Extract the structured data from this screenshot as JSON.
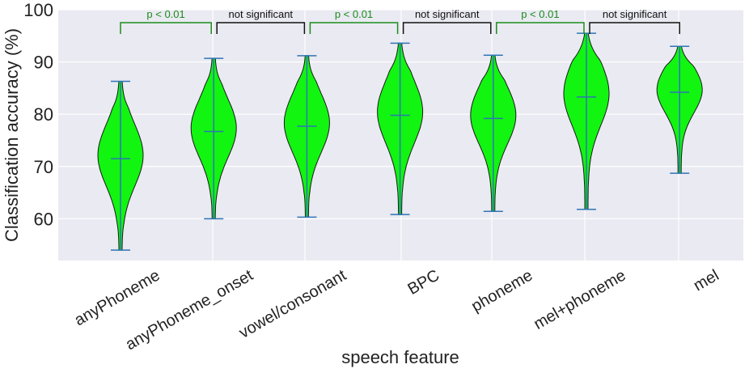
{
  "chart_data": {
    "type": "violin",
    "xlabel": "speech feature",
    "ylabel": "Classification accuracy (%)",
    "ylim": [
      52,
      100
    ],
    "yticks": [
      60,
      70,
      80,
      90,
      100
    ],
    "grid": true,
    "categories": [
      "anyPhoneme",
      "anyPhoneme_onset",
      "vowel/consonant",
      "BPC",
      "phoneme",
      "mel+phoneme",
      "mel"
    ],
    "min": [
      54,
      60,
      60.3,
      60.8,
      61.4,
      61.8,
      68.7
    ],
    "max": [
      86.3,
      90.7,
      91.2,
      93.6,
      91.3,
      95.5,
      93
    ],
    "mean": [
      71.5,
      76.7,
      77.7,
      79.8,
      79.2,
      83.3,
      84.2
    ],
    "comparisons": [
      {
        "from": "anyPhoneme",
        "to": "anyPhoneme_onset",
        "label": "p < 0.01",
        "color": "#1a8c1a"
      },
      {
        "from": "anyPhoneme_onset",
        "to": "vowel/consonant",
        "label": "not significant",
        "color": "#111111"
      },
      {
        "from": "vowel/consonant",
        "to": "BPC",
        "label": "p < 0.01",
        "color": "#1a8c1a"
      },
      {
        "from": "BPC",
        "to": "phoneme",
        "label": "not significant",
        "color": "#111111"
      },
      {
        "from": "phoneme",
        "to": "mel+phoneme",
        "label": "p < 0.01",
        "color": "#1a8c1a"
      },
      {
        "from": "mel+phoneme",
        "to": "mel",
        "label": "not significant",
        "color": "#111111"
      }
    ],
    "colors": {
      "violin_fill": "#11f511",
      "stat_line": "#2f75b5",
      "background": "#eaeaf2",
      "grid": "#ffffff"
    }
  }
}
